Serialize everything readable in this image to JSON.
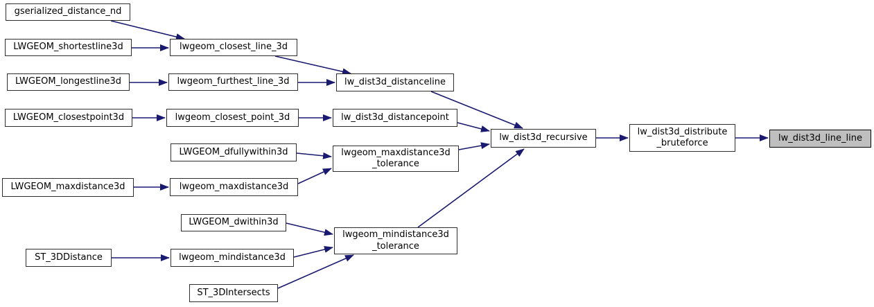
{
  "diagram": {
    "kind": "doxygen-call-graph",
    "colors": {
      "background": "#ffffff",
      "edge": "#191970",
      "node_border": "#2e2e2e",
      "node_fill": "#ffffff",
      "highlighted_node_fill": "#bfbfbf",
      "text": "#000000"
    },
    "nodes": {
      "gserialized_distance_nd": {
        "label": "gserialized_distance_nd"
      },
      "LWGEOM_shortestline3d": {
        "label": "LWGEOM_shortestline3d"
      },
      "lwgeom_closest_line_3d": {
        "label": "lwgeom_closest_line_3d"
      },
      "LWGEOM_longestline3d": {
        "label": "LWGEOM_longestline3d"
      },
      "lwgeom_furthest_line_3d": {
        "label": "lwgeom_furthest_line_3d"
      },
      "lw_dist3d_distanceline": {
        "label": "lw_dist3d_distanceline"
      },
      "LWGEOM_closestpoint3d": {
        "label": "LWGEOM_closestpoint3d"
      },
      "lwgeom_closest_point_3d": {
        "label": "lwgeom_closest_point_3d"
      },
      "lw_dist3d_distancepoint": {
        "label": "lw_dist3d_distancepoint"
      },
      "LWGEOM_dfullywithin3d": {
        "label": "LWGEOM_dfullywithin3d"
      },
      "lwgeom_maxdistance3d_tolerance": {
        "label": "lwgeom_maxdistance3d\n_tolerance"
      },
      "LWGEOM_maxdistance3d": {
        "label": "LWGEOM_maxdistance3d"
      },
      "lwgeom_maxdistance3d": {
        "label": "lwgeom_maxdistance3d"
      },
      "LWGEOM_dwithin3d": {
        "label": "LWGEOM_dwithin3d"
      },
      "lwgeom_mindistance3d_tolerance": {
        "label": "lwgeom_mindistance3d\n_tolerance"
      },
      "ST_3DDistance": {
        "label": "ST_3DDistance"
      },
      "lwgeom_mindistance3d": {
        "label": "lwgeom_mindistance3d"
      },
      "ST_3DIntersects": {
        "label": "ST_3DIntersects"
      },
      "lw_dist3d_recursive": {
        "label": "lw_dist3d_recursive"
      },
      "lw_dist3d_distribute_bruteforce": {
        "label": "lw_dist3d_distribute\n_bruteforce"
      },
      "lw_dist3d_line_line": {
        "label": "lw_dist3d_line_line",
        "highlighted": true
      }
    },
    "edges": [
      {
        "from": "gserialized_distance_nd",
        "to": "lwgeom_closest_line_3d"
      },
      {
        "from": "LWGEOM_shortestline3d",
        "to": "lwgeom_closest_line_3d"
      },
      {
        "from": "lwgeom_closest_line_3d",
        "to": "lw_dist3d_distanceline"
      },
      {
        "from": "LWGEOM_longestline3d",
        "to": "lwgeom_furthest_line_3d"
      },
      {
        "from": "lwgeom_furthest_line_3d",
        "to": "lw_dist3d_distanceline"
      },
      {
        "from": "lw_dist3d_distanceline",
        "to": "lw_dist3d_recursive"
      },
      {
        "from": "LWGEOM_closestpoint3d",
        "to": "lwgeom_closest_point_3d"
      },
      {
        "from": "lwgeom_closest_point_3d",
        "to": "lw_dist3d_distancepoint"
      },
      {
        "from": "lw_dist3d_distancepoint",
        "to": "lw_dist3d_recursive"
      },
      {
        "from": "LWGEOM_dfullywithin3d",
        "to": "lwgeom_maxdistance3d_tolerance"
      },
      {
        "from": "lwgeom_maxdistance3d",
        "to": "lwgeom_maxdistance3d_tolerance"
      },
      {
        "from": "LWGEOM_maxdistance3d",
        "to": "lwgeom_maxdistance3d"
      },
      {
        "from": "lwgeom_maxdistance3d_tolerance",
        "to": "lw_dist3d_recursive"
      },
      {
        "from": "LWGEOM_dwithin3d",
        "to": "lwgeom_mindistance3d_tolerance"
      },
      {
        "from": "ST_3DDistance",
        "to": "lwgeom_mindistance3d"
      },
      {
        "from": "lwgeom_mindistance3d",
        "to": "lwgeom_mindistance3d_tolerance"
      },
      {
        "from": "ST_3DIntersects",
        "to": "lwgeom_mindistance3d_tolerance"
      },
      {
        "from": "lwgeom_mindistance3d_tolerance",
        "to": "lw_dist3d_recursive"
      },
      {
        "from": "lw_dist3d_recursive",
        "to": "lw_dist3d_distribute_bruteforce"
      },
      {
        "from": "lw_dist3d_distribute_bruteforce",
        "to": "lw_dist3d_line_line"
      }
    ]
  }
}
